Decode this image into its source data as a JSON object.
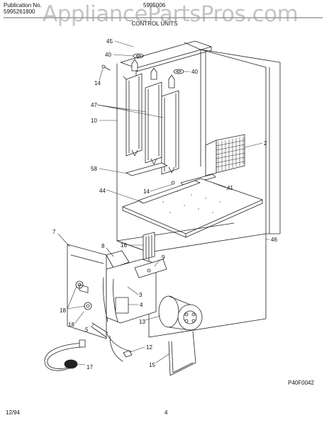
{
  "header": {
    "pub_label": "Publication No.",
    "pub_number": "5995261800",
    "model": "5995006",
    "section": "CONTROL UNITS"
  },
  "watermark": "AppliancePartsPros.com",
  "callouts": [
    "45",
    "40",
    "40",
    "14",
    "47",
    "10",
    "2",
    "58",
    "14",
    "41",
    "44",
    "46",
    "7",
    "16",
    "8",
    "9",
    "3",
    "18",
    "4",
    "18",
    "5",
    "13",
    "12",
    "17",
    "15"
  ],
  "diagram_code": "P40F0042",
  "footer": {
    "date": "12/94",
    "page": "4"
  }
}
